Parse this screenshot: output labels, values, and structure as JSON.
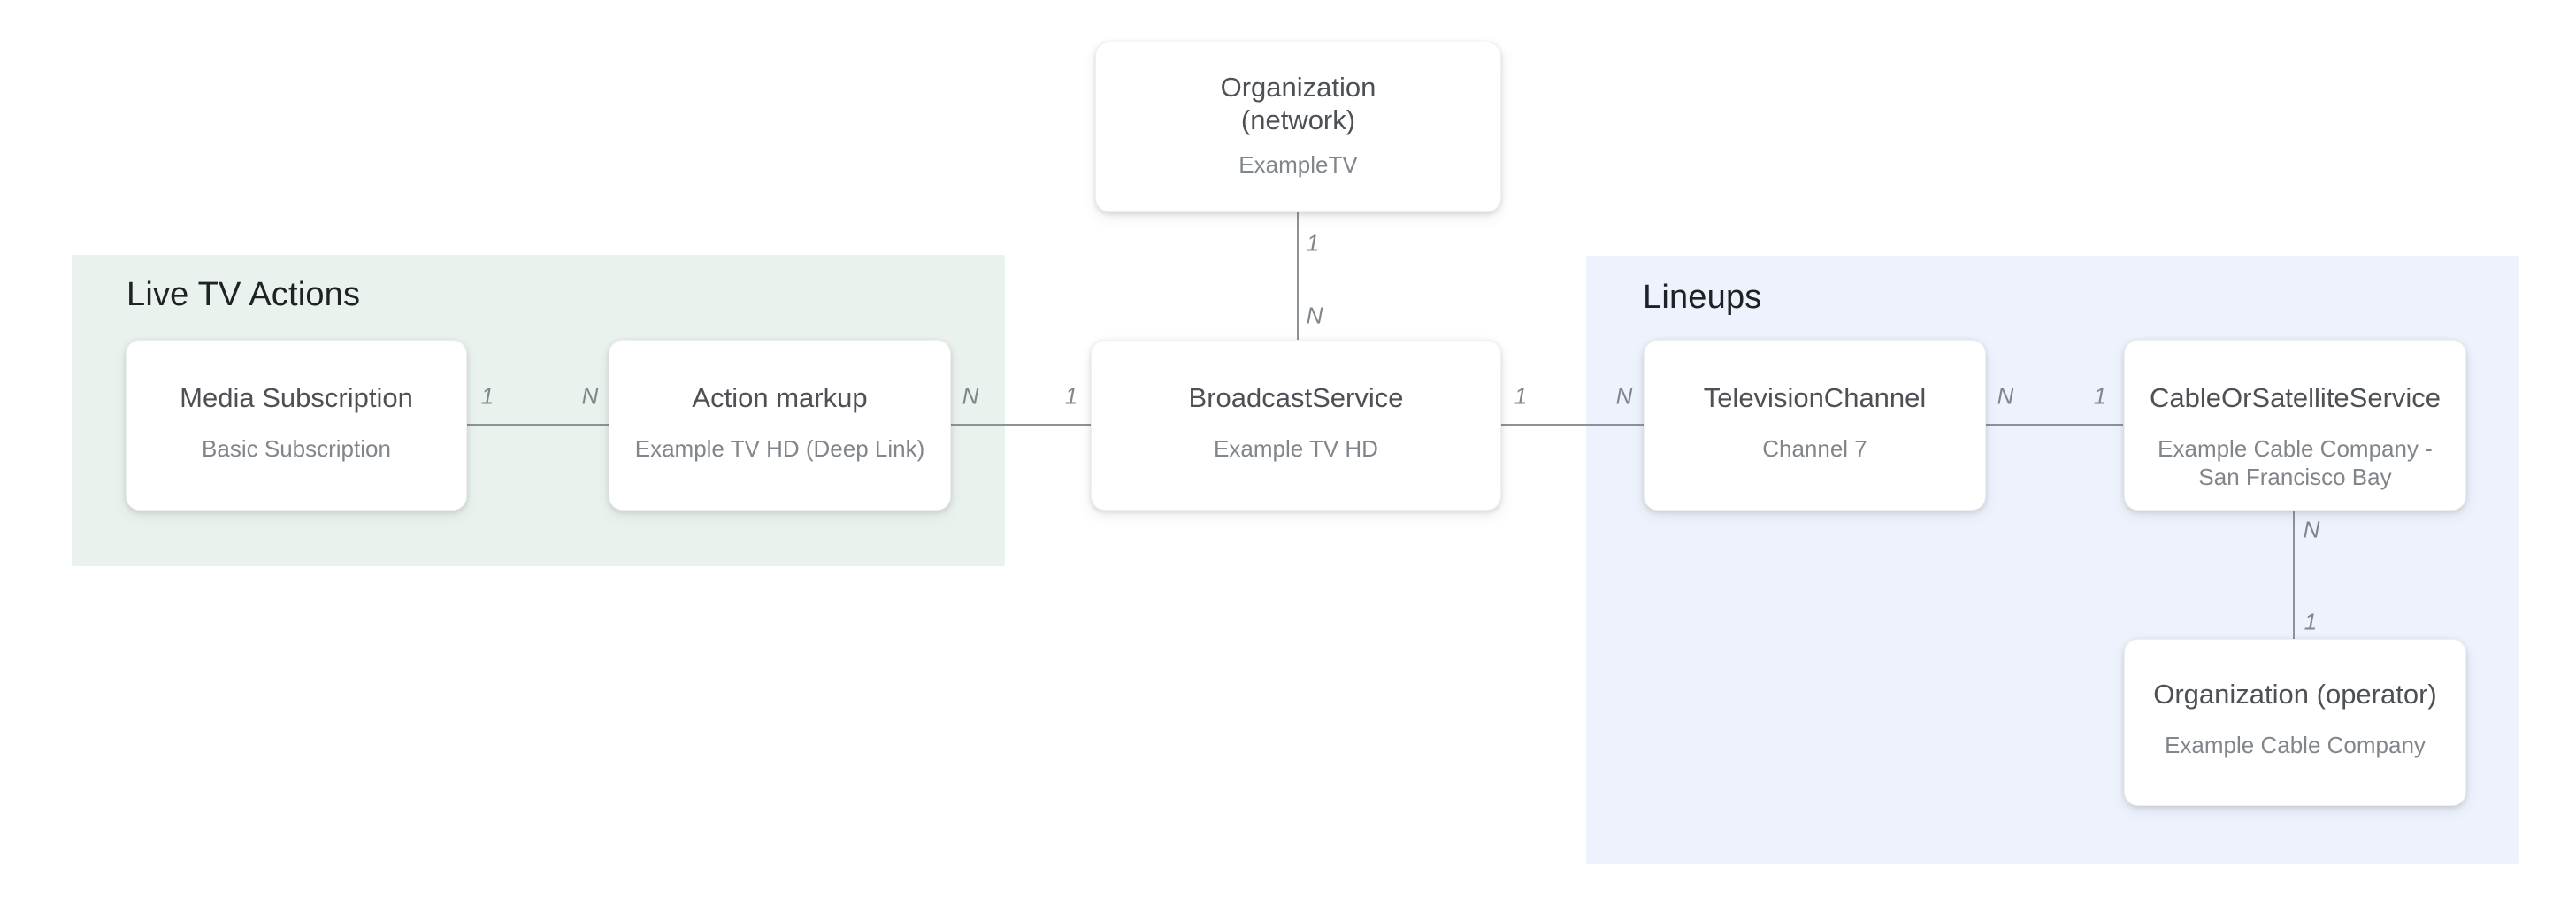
{
  "diagram": {
    "title_context": "Live TV entity relationship diagram",
    "regions": [
      {
        "id": "live-tv-actions",
        "title": "Live TV Actions"
      },
      {
        "id": "lineups",
        "title": "Lineups"
      }
    ],
    "nodes": [
      {
        "id": "organization-network",
        "title": "Organization (network)",
        "title_lines": [
          "Organization",
          "(network)"
        ],
        "subtitle": "ExampleTV"
      },
      {
        "id": "media-subscription",
        "title": "Media Subscription",
        "subtitle": "Basic Subscription"
      },
      {
        "id": "action-markup",
        "title": "Action markup",
        "subtitle": "Example TV HD (Deep Link)"
      },
      {
        "id": "broadcast-service",
        "title": "BroadcastService",
        "subtitle": "Example TV HD"
      },
      {
        "id": "television-channel",
        "title": "TelevisionChannel",
        "subtitle": "Channel 7"
      },
      {
        "id": "cable-or-satellite-service",
        "title": "CableOrSatelliteService",
        "subtitle": "Example Cable Company - San Francisco Bay"
      },
      {
        "id": "organization-operator",
        "title": "Organization (operator)",
        "subtitle": "Example Cable Company"
      }
    ],
    "edges": [
      {
        "id": "network-to-broadcast",
        "orientation": "vertical",
        "labels": [
          "1",
          "N"
        ]
      },
      {
        "id": "mediasub-to-actionmarkup",
        "orientation": "horizontal",
        "labels": [
          "1",
          "N"
        ]
      },
      {
        "id": "actionmarkup-to-broadcast",
        "orientation": "horizontal",
        "labels": [
          "N",
          "1"
        ]
      },
      {
        "id": "broadcast-to-tvchannel",
        "orientation": "horizontal",
        "labels": [
          "1",
          "N"
        ]
      },
      {
        "id": "tvchannel-to-cable",
        "orientation": "horizontal",
        "labels": [
          "N",
          "1"
        ]
      },
      {
        "id": "cable-to-operator",
        "orientation": "vertical",
        "labels": [
          "N",
          "1"
        ]
      }
    ],
    "colors": {
      "region_green_bg": "#eaf2ee",
      "region_blue_bg": "#edf2fc",
      "line": "#8d9297",
      "header_text": "#202124",
      "node_title_text": "#4d5156",
      "node_subtitle_text": "#80868b",
      "cardinality_text": "#80868b"
    }
  }
}
